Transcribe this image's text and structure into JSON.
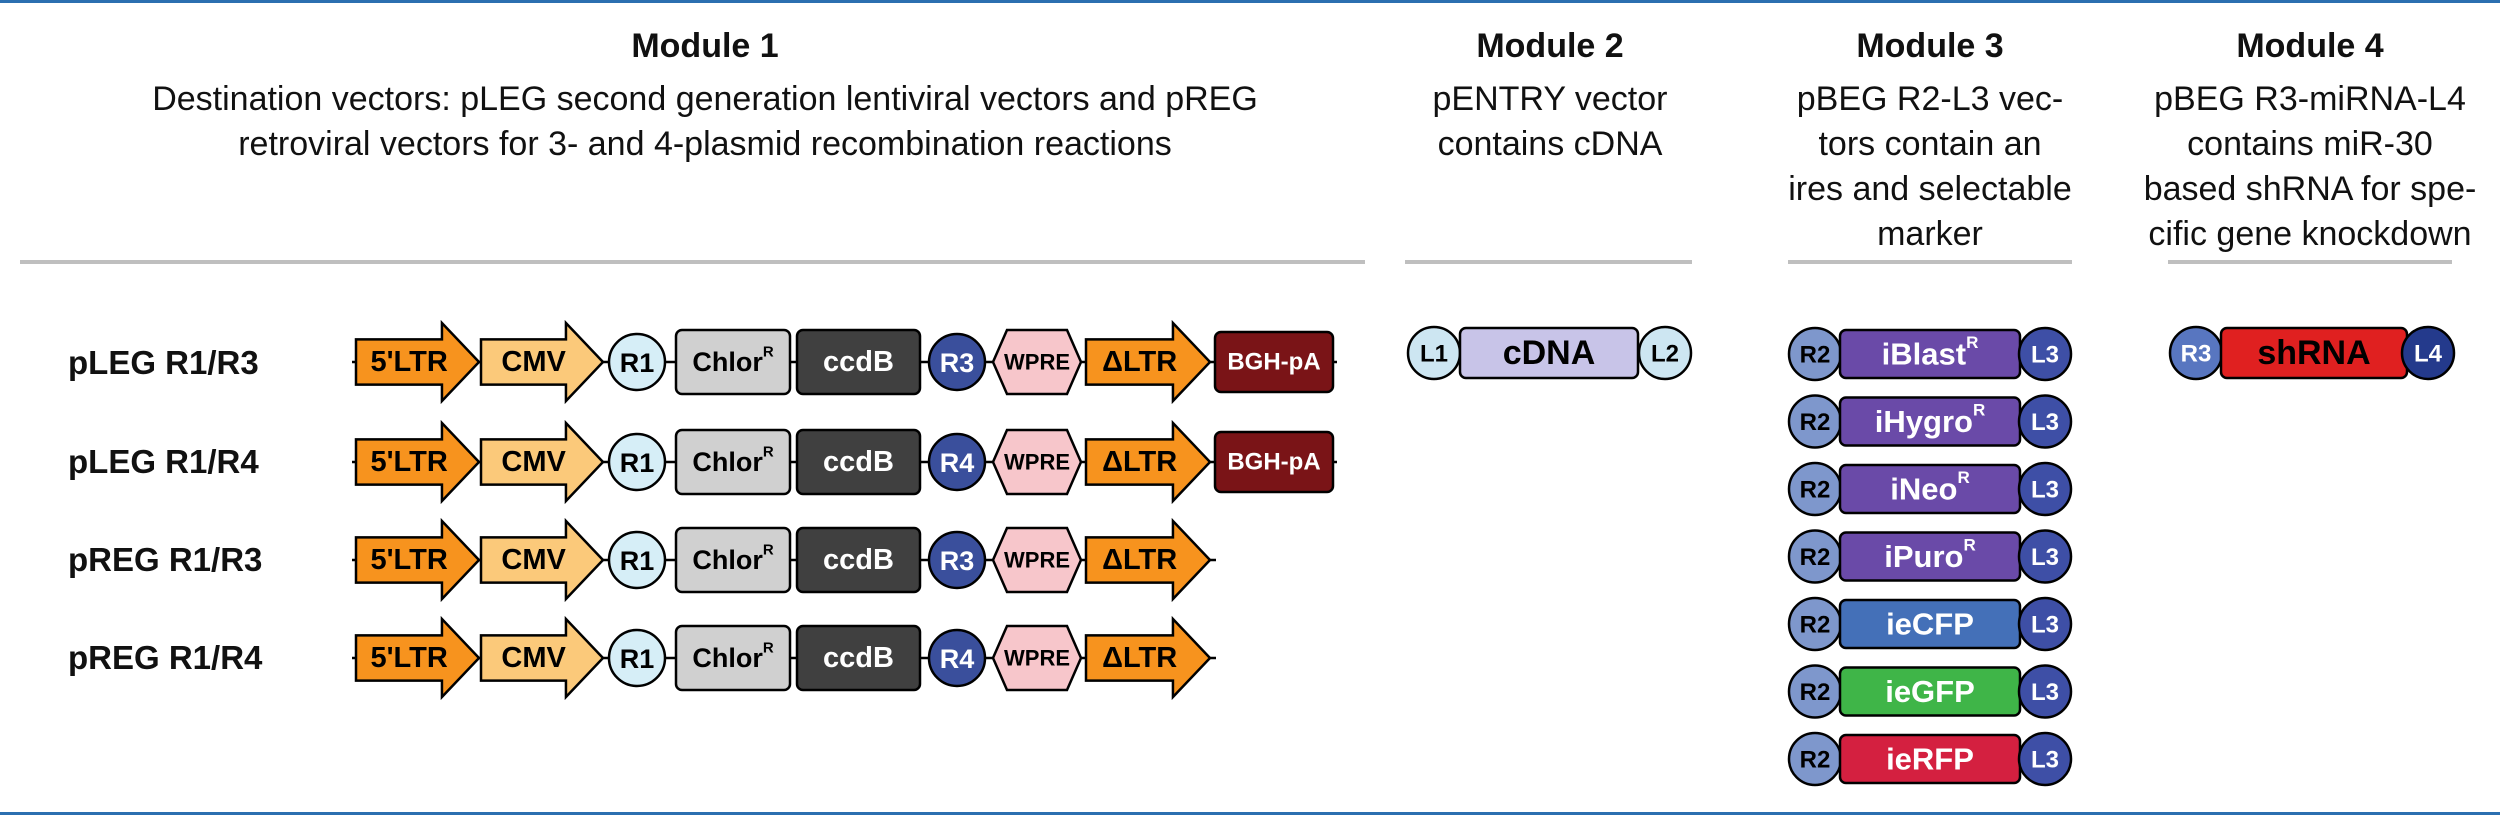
{
  "modules": [
    {
      "title": "Module 1",
      "description_lines": [
        "Destination vectors: pLEG second generation lentiviral vectors and pREG",
        "retroviral vectors for 3- and 4-plasmid recombination reactions"
      ]
    },
    {
      "title": "Module 2",
      "description_lines": [
        "pENTRY vector",
        "contains cDNA"
      ]
    },
    {
      "title": "Module 3",
      "description_lines": [
        "pBEG R2-L3 vec-",
        "tors contain an",
        "ires and selectable",
        "marker"
      ]
    },
    {
      "title": "Module 4",
      "description_lines": [
        "pBEG R3-miRNA-L4",
        "contains miR-30",
        "based shRNA for spe-",
        "cific gene knockdown"
      ]
    }
  ],
  "vectors": [
    {
      "name": "pLEG R1/R3",
      "ltr5": "5'LTR",
      "cmv": "CMV",
      "r1": "R1",
      "chlor": "Chlor",
      "chlor_sup": "R",
      "ccdb": "ccdB",
      "r_site": "R3",
      "wpre": "WPRE",
      "dltr": "ΔLTR",
      "bgh": "BGH-pA"
    },
    {
      "name": "pLEG R1/R4",
      "ltr5": "5'LTR",
      "cmv": "CMV",
      "r1": "R1",
      "chlor": "Chlor",
      "chlor_sup": "R",
      "ccdb": "ccdB",
      "r_site": "R4",
      "wpre": "WPRE",
      "dltr": "ΔLTR",
      "bgh": "BGH-pA"
    },
    {
      "name": "pREG R1/R3",
      "ltr5": "5'LTR",
      "cmv": "CMV",
      "r1": "R1",
      "chlor": "Chlor",
      "chlor_sup": "R",
      "ccdb": "ccdB",
      "r_site": "R3",
      "wpre": "WPRE",
      "dltr": "ΔLTR",
      "bgh": ""
    },
    {
      "name": "pREG R1/R4",
      "ltr5": "5'LTR",
      "cmv": "CMV",
      "r1": "R1",
      "chlor": "Chlor",
      "chlor_sup": "R",
      "ccdb": "ccdB",
      "r_site": "R4",
      "wpre": "WPRE",
      "dltr": "ΔLTR",
      "bgh": ""
    }
  ],
  "entry": {
    "left": "L1",
    "label": "cDNA",
    "right": "L2"
  },
  "markers": [
    {
      "left": "R2",
      "label": "iBlast",
      "sup": "R",
      "right": "L3",
      "color": "#6a4aa8"
    },
    {
      "left": "R2",
      "label": "iHygro",
      "sup": "R",
      "right": "L3",
      "color": "#6a4aa8"
    },
    {
      "left": "R2",
      "label": "iNeo",
      "sup": "R",
      "right": "L3",
      "color": "#6a4aa8"
    },
    {
      "left": "R2",
      "label": "iPuro",
      "sup": "R",
      "right": "L3",
      "color": "#6a4aa8"
    },
    {
      "left": "R2",
      "label": "ieCFP",
      "sup": "",
      "right": "L3",
      "color": "#4470b8"
    },
    {
      "left": "R2",
      "label": "ieGFP",
      "sup": "",
      "right": "L3",
      "color": "#3fb548"
    },
    {
      "left": "R2",
      "label": "ieRFP",
      "sup": "",
      "right": "L3",
      "color": "#d42040"
    }
  ],
  "shrna": {
    "left": "R3",
    "label": "shRNA",
    "right": "L4"
  },
  "colors": {
    "ltr": "#f7931e",
    "cmv": "#fbc97a",
    "r1_circle": "#d6eef7",
    "chlor": "#d0d0d0",
    "ccdb": "#404040",
    "r_site": "#3a4f9c",
    "wpre": "#f7c6cb",
    "bgh": "#7a1417",
    "l_circle_light": "#cde6f2",
    "cdna": "#c8c4e8",
    "r2_circle": "#7e97cc",
    "l3_circle": "#3e4fa6",
    "r3_circle": "#5876c0",
    "l4_circle": "#243a8c",
    "shrna": "#e02020",
    "rule": "#bfbfbf",
    "frame": "#2b6fb0"
  }
}
